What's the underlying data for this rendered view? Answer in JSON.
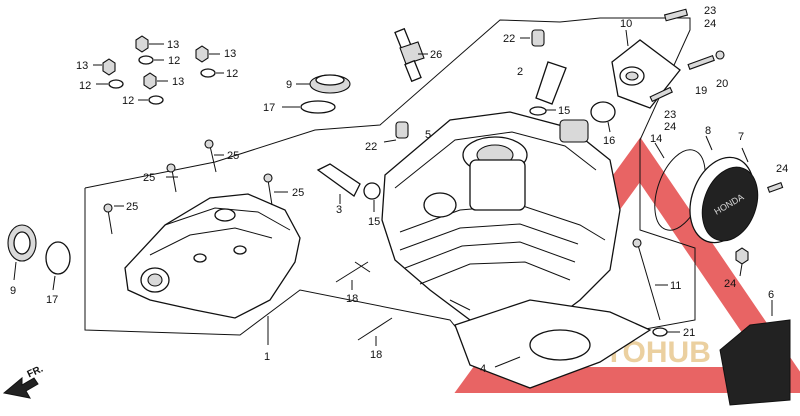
{
  "callouts": [
    {
      "id": "c13a",
      "text": "13"
    },
    {
      "id": "c13b",
      "text": "13"
    },
    {
      "id": "c13c",
      "text": "13"
    },
    {
      "id": "c13d",
      "text": "13"
    },
    {
      "id": "c12a",
      "text": "12"
    },
    {
      "id": "c12b",
      "text": "12"
    },
    {
      "id": "c12c",
      "text": "12"
    },
    {
      "id": "c12d",
      "text": "12"
    },
    {
      "id": "c9a",
      "text": "9"
    },
    {
      "id": "c17a",
      "text": "17"
    },
    {
      "id": "c26",
      "text": "26"
    },
    {
      "id": "c22a",
      "text": "22"
    },
    {
      "id": "c2",
      "text": "2"
    },
    {
      "id": "c15a",
      "text": "15"
    },
    {
      "id": "c5",
      "text": "5"
    },
    {
      "id": "c22b",
      "text": "22"
    },
    {
      "id": "c10",
      "text": "10"
    },
    {
      "id": "c23a",
      "text": "23"
    },
    {
      "id": "c24a",
      "text": "24"
    },
    {
      "id": "c20",
      "text": "20"
    },
    {
      "id": "c19",
      "text": "19"
    },
    {
      "id": "c23b",
      "text": "23"
    },
    {
      "id": "c24b",
      "text": "24"
    },
    {
      "id": "c16",
      "text": "16"
    },
    {
      "id": "c14",
      "text": "14"
    },
    {
      "id": "c8",
      "text": "8"
    },
    {
      "id": "c7",
      "text": "7"
    },
    {
      "id": "c24c",
      "text": "24"
    },
    {
      "id": "c25a",
      "text": "25"
    },
    {
      "id": "c25b",
      "text": "25"
    },
    {
      "id": "c25c",
      "text": "25"
    },
    {
      "id": "c25d",
      "text": "25"
    },
    {
      "id": "c3",
      "text": "3"
    },
    {
      "id": "c15b",
      "text": "15"
    },
    {
      "id": "c9b",
      "text": "9"
    },
    {
      "id": "c17b",
      "text": "17"
    },
    {
      "id": "c18a",
      "text": "18"
    },
    {
      "id": "c18b",
      "text": "18"
    },
    {
      "id": "c1",
      "text": "1"
    },
    {
      "id": "c11",
      "text": "11"
    },
    {
      "id": "c21",
      "text": "21"
    },
    {
      "id": "c24d",
      "text": "24"
    },
    {
      "id": "c6",
      "text": "6"
    },
    {
      "id": "c4",
      "text": "4"
    }
  ],
  "front_label": "FR.",
  "watermark": "AUTOMOTOHUB",
  "cover_emblem": "HONDA",
  "colors": {
    "line": "#111111",
    "watermark": "#e03030",
    "watermark_text": "#e8c890",
    "cover": "#2a2a2a"
  }
}
